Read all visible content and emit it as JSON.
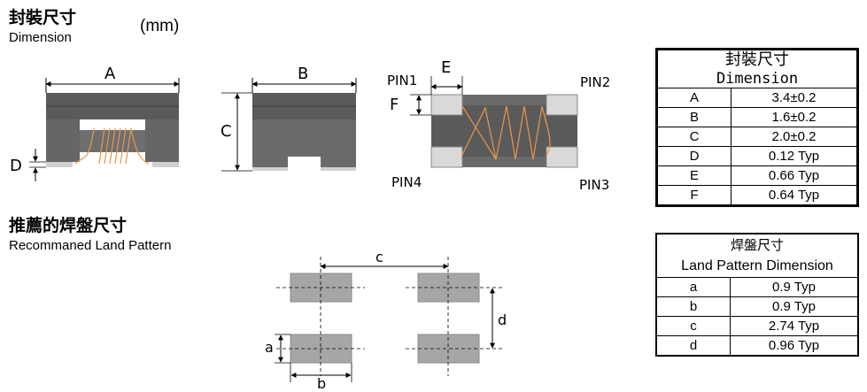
{
  "section1": {
    "title_zh": "封裝尺寸",
    "title_en": "Dimension",
    "unit": "(mm)"
  },
  "section2": {
    "title_zh": "推薦的焊盤尺寸",
    "title_en": "Recommaned Land Pattern"
  },
  "drawing_labels": {
    "A": "A",
    "B": "B",
    "C": "C",
    "D": "D",
    "E": "E",
    "F": "F",
    "pin1": "PIN1",
    "pin2": "PIN2",
    "pin3": "PIN3",
    "pin4": "PIN4",
    "a": "a",
    "b": "b",
    "c": "c",
    "d": "d"
  },
  "dimension_table": {
    "title_zh": "封裝尺寸",
    "title_en": "Dimension",
    "rows": [
      {
        "key": "A",
        "value": "3.4±0.2"
      },
      {
        "key": "B",
        "value": "1.6±0.2"
      },
      {
        "key": "C",
        "value": "2.0±0.2"
      },
      {
        "key": "D",
        "value": "0.12 Typ"
      },
      {
        "key": "E",
        "value": "0.66 Typ"
      },
      {
        "key": "F",
        "value": "0.64 Typ"
      }
    ]
  },
  "land_table": {
    "title_zh": "焊盤尺寸",
    "title_en": "Land Pattern Dimension",
    "rows": [
      {
        "key": "a",
        "value": "0.9 Typ"
      },
      {
        "key": "b",
        "value": "0.9 Typ"
      },
      {
        "key": "c",
        "value": "2.74 Typ"
      },
      {
        "key": "d",
        "value": "0.96 Typ"
      }
    ]
  },
  "colors": {
    "body_dark": "#5a5a5a",
    "body_mid": "#6e6e6e",
    "pad": "#bdbdbd",
    "winding": "#e8964a",
    "terminal": "#d9d9d9"
  }
}
